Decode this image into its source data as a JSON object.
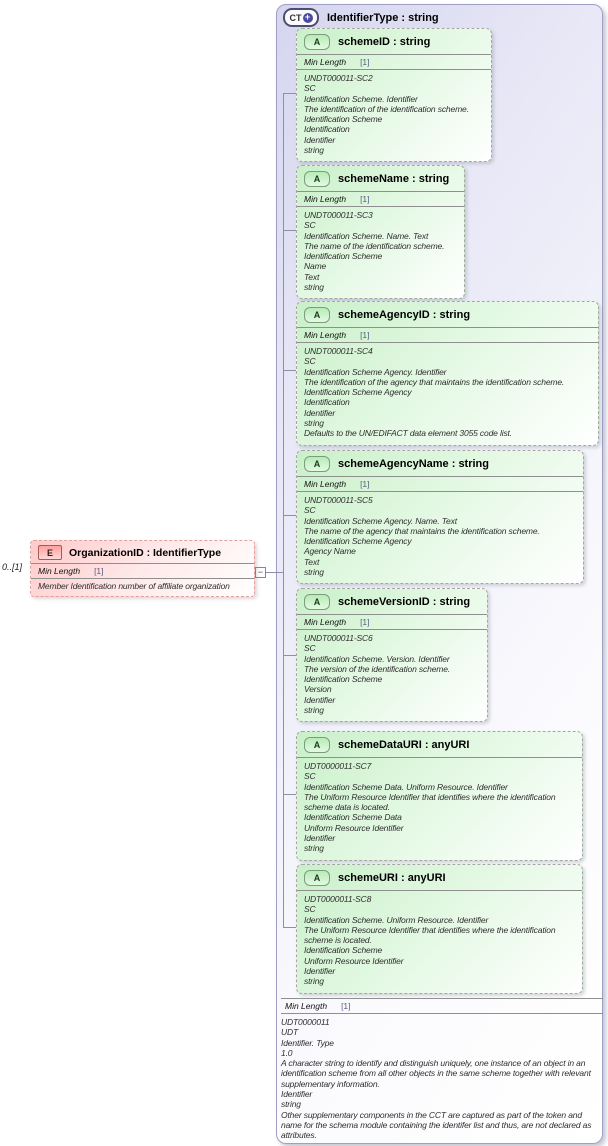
{
  "colors": {
    "complex_type_fill": "#d6d6f0",
    "attribute_fill": "#cdf0cd",
    "element_fill": "#ffd0d0",
    "connector_line": "#8f8fa8"
  },
  "connector": {
    "collapse_glyph": "−"
  },
  "element": {
    "badge": "E",
    "title": "OrganizationID : IdentifierType",
    "cardinality": "0..[1]",
    "facet_name": "Min Length",
    "facet_value": "[1]",
    "annotation": "Member Identification number of affiliate organization"
  },
  "complex_type": {
    "badge": "CT",
    "expand_glyph": "+",
    "title": "IdentifierType : string",
    "facet_name": "Min Length",
    "facet_value": "[1]",
    "annotation_lines": [
      "UDT0000011",
      "UDT",
      "Identifier. Type",
      "1.0",
      "A character string to identify and distinguish uniquely, one instance of an object in an identification scheme from all other objects in the same scheme together with relevant supplementary information.",
      "Identifier",
      "string",
      "Other supplementary components in the CCT are captured as part of the token and name for the schema module containing the identifer list and thus, are not declared as attributes."
    ],
    "attributes": [
      {
        "badge": "A",
        "title": "schemeID : string",
        "facet_name": "Min Length",
        "facet_value": "[1]",
        "doc_lines": [
          "UNDT000011-SC2",
          "SC",
          "Identification Scheme. Identifier",
          "The identification of the identification scheme.",
          "Identification Scheme",
          "Identification",
          "Identifier",
          "string"
        ]
      },
      {
        "badge": "A",
        "title": "schemeName : string",
        "facet_name": "Min Length",
        "facet_value": "[1]",
        "doc_lines": [
          "UNDT000011-SC3",
          "SC",
          "Identification Scheme. Name. Text",
          "The name of the identification scheme.",
          "Identification Scheme",
          "Name",
          "Text",
          "string"
        ]
      },
      {
        "badge": "A",
        "title": "schemeAgencyID : string",
        "facet_name": "Min Length",
        "facet_value": "[1]",
        "doc_lines": [
          "UNDT000011-SC4",
          "SC",
          "Identification Scheme Agency. Identifier",
          "The identification of the agency that maintains the identification scheme.",
          "Identification Scheme Agency",
          "Identification",
          "Identifier",
          "string",
          "Defaults to the UN/EDIFACT data element 3055 code list."
        ]
      },
      {
        "badge": "A",
        "title": "schemeAgencyName : string",
        "facet_name": "Min Length",
        "facet_value": "[1]",
        "doc_lines": [
          "UNDT000011-SC5",
          "SC",
          "Identification Scheme Agency. Name. Text",
          "The name of the agency that maintains the identification scheme.",
          "Identification Scheme Agency",
          "Agency Name",
          "Text",
          "string"
        ]
      },
      {
        "badge": "A",
        "title": "schemeVersionID : string",
        "facet_name": "Min Length",
        "facet_value": "[1]",
        "doc_lines": [
          "UNDT000011-SC6",
          "SC",
          "Identification Scheme. Version. Identifier",
          "The version of the identification scheme.",
          "Identification Scheme",
          "Version",
          "Identifier",
          "string"
        ]
      },
      {
        "badge": "A",
        "title": "schemeDataURI : anyURI",
        "doc_lines": [
          "UDT0000011-SC7",
          "SC",
          "Identification Scheme Data. Uniform Resource. Identifier",
          "The Uniform Resource Identifier that identifies where the identification scheme data is located.",
          "Identification Scheme Data",
          "Uniform Resource Identifier",
          "Identifier",
          "string"
        ]
      },
      {
        "badge": "A",
        "title": "schemeURI : anyURI",
        "doc_lines": [
          "UDT0000011-SC8",
          "SC",
          "Identification Scheme. Uniform Resource. Identifier",
          "The Uniform Resource Identifier that identifies where the identification scheme is located.",
          "Identification Scheme",
          "Uniform Resource Identifier",
          "Identifier",
          "string"
        ]
      }
    ]
  }
}
